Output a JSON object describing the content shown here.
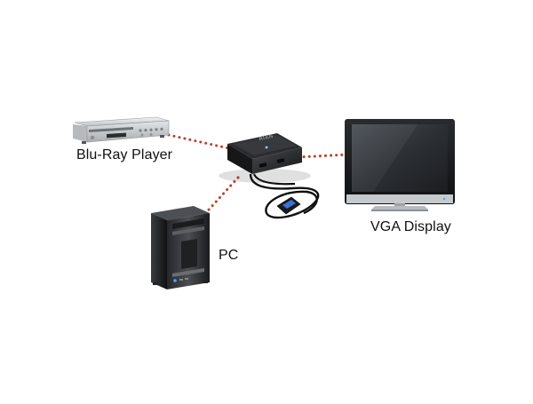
{
  "labels": {
    "blu_ray": "Blu-Ray Player",
    "pc": "PC",
    "vga_display": "VGA Display"
  },
  "switch_brand": "ATEN",
  "colors": {
    "connection_dots": "#b5432e",
    "device_silver": "#d9dbdd",
    "device_dark": "#1d1e20",
    "screen": "#2a2d31"
  },
  "icons": {
    "blu_ray_player": "blu-ray-player-icon",
    "switch": "kvm-switch-icon",
    "pc": "pc-tower-icon",
    "display": "vga-monitor-icon",
    "remote": "remote-port-icon"
  }
}
